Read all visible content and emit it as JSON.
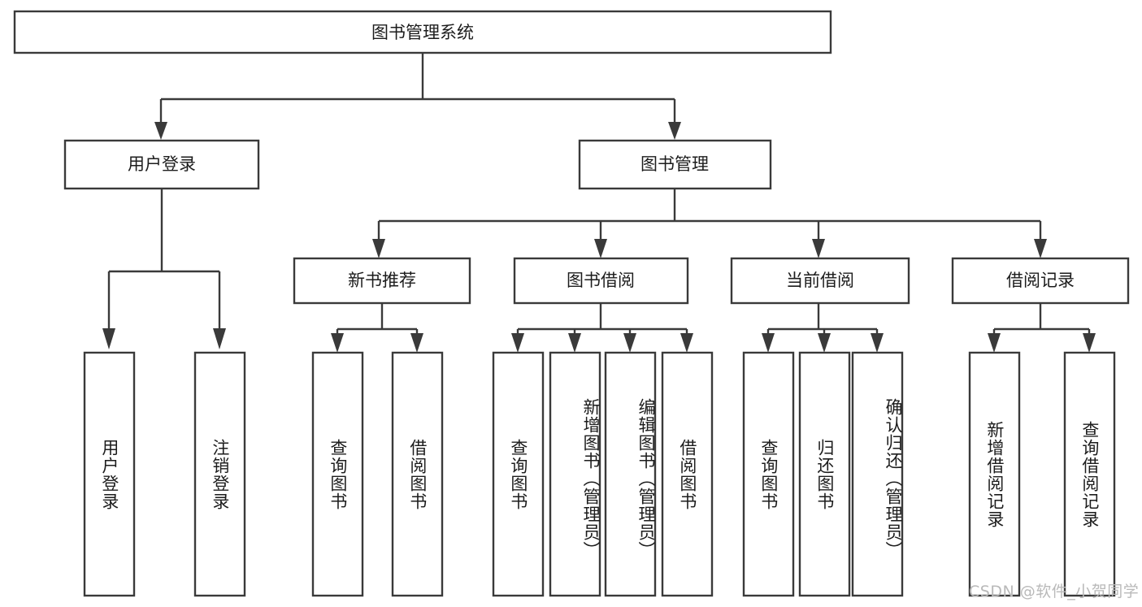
{
  "diagram": {
    "title": "图书管理系统",
    "type": "tree",
    "style": {
      "box_fill": "#ffffff",
      "box_stroke": "#3a3a3a",
      "text_color": "#1c1c1c",
      "background": "#ffffff",
      "watermark_color": "#b9b9b9"
    },
    "root": {
      "label": "图书管理系统",
      "orientation": "horizontal"
    },
    "level2": [
      {
        "label": "用户登录",
        "orientation": "horizontal"
      },
      {
        "label": "图书管理",
        "orientation": "horizontal"
      }
    ],
    "level3": [
      {
        "label": "新书推荐",
        "orientation": "horizontal"
      },
      {
        "label": "图书借阅",
        "orientation": "horizontal"
      },
      {
        "label": "当前借阅",
        "orientation": "horizontal"
      },
      {
        "label": "借阅记录",
        "orientation": "horizontal"
      }
    ],
    "leaves": {
      "user_login": [
        {
          "label": "用户登录",
          "orientation": "vertical"
        },
        {
          "label": "注销登录",
          "orientation": "vertical"
        }
      ],
      "new_book_recommend": [
        {
          "label": "查询图书",
          "orientation": "vertical"
        },
        {
          "label": "借阅图书",
          "orientation": "vertical"
        }
      ],
      "book_borrow": [
        {
          "label": "查询图书",
          "orientation": "vertical"
        },
        {
          "label": "新增图书（管理员）",
          "orientation": "vertical"
        },
        {
          "label": "编辑图书（管理员）",
          "orientation": "vertical"
        },
        {
          "label": "借阅图书",
          "orientation": "vertical"
        }
      ],
      "current_borrow": [
        {
          "label": "查询图书",
          "orientation": "vertical"
        },
        {
          "label": "归还图书",
          "orientation": "vertical"
        },
        {
          "label": "确认归还（管理员）",
          "orientation": "vertical"
        }
      ],
      "borrow_record": [
        {
          "label": "新增借阅记录",
          "orientation": "vertical"
        },
        {
          "label": "查询借阅记录",
          "orientation": "vertical"
        }
      ]
    },
    "watermark": "CSDN @软件_小贺同学"
  }
}
